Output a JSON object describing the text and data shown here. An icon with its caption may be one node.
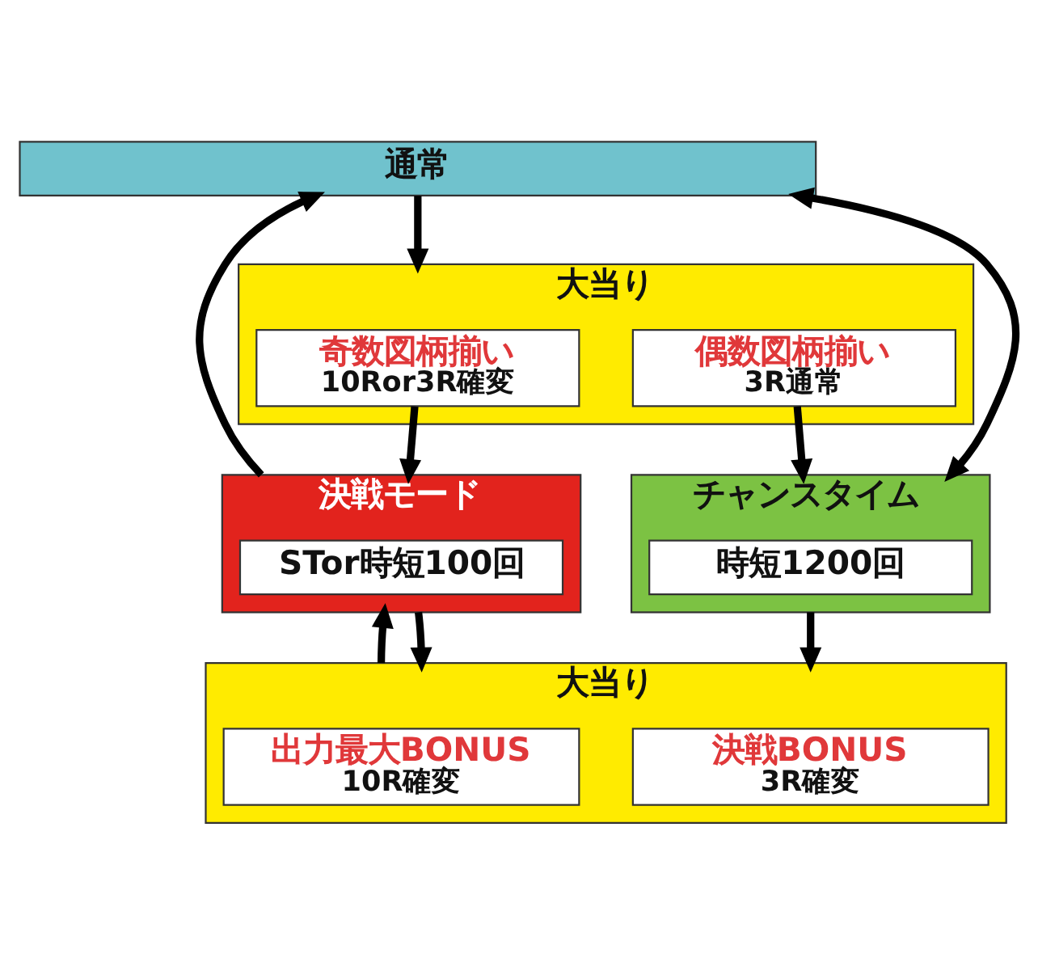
{
  "diagram": {
    "nodes": [
      {
        "text": [
          "通常"
        ]
      },
      {
        "text": [
          "大当り"
        ]
      },
      {
        "text": [
          "奇数図柄揃い",
          "10Ror3R確変"
        ],
        "in": 1
      },
      {
        "text": [
          "偶数図柄揃い",
          "3R通常"
        ],
        "in": 1
      },
      {
        "text": [
          "決戦モード"
        ]
      },
      {
        "text": [
          "STor時短100回"
        ],
        "in": 4
      },
      {
        "text": [
          "チャンスタイム"
        ]
      },
      {
        "text": [
          "時短1200回"
        ],
        "in": 6
      },
      {
        "text": [
          "大当り"
        ]
      },
      {
        "text": [
          "出力最大BONUS",
          "10R確変"
        ],
        "in": 8
      },
      {
        "text": [
          "決戦BONUS",
          "3R確変"
        ],
        "in": 8
      }
    ],
    "edges": [
      {
        "from": 0,
        "to": 1,
        "arrow": "to"
      },
      {
        "from": 2,
        "to": 4,
        "arrow": "to"
      },
      {
        "from": 3,
        "to": 6,
        "arrow": "to"
      },
      {
        "from": 4,
        "to": 0,
        "arrow": "to"
      },
      {
        "from": 0,
        "to": 6,
        "arrow": "both"
      },
      {
        "from": 4,
        "to": 8,
        "arrow": "to"
      },
      {
        "from": 8,
        "to": 4,
        "arrow": "to"
      },
      {
        "from": 6,
        "to": 8,
        "arrow": "to"
      }
    ]
  }
}
